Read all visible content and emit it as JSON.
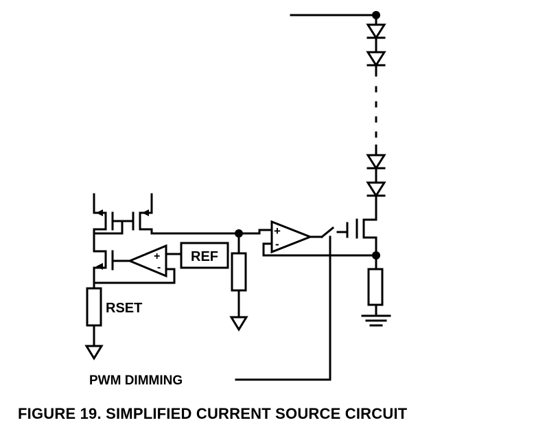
{
  "diagram": {
    "labels": {
      "rset": "RSET",
      "ref": "REF",
      "pwm": "PWM DIMMING",
      "plus": "+",
      "minus": "-"
    }
  },
  "caption": "FIGURE 19.  SIMPLIFIED CURRENT SOURCE CIRCUIT"
}
